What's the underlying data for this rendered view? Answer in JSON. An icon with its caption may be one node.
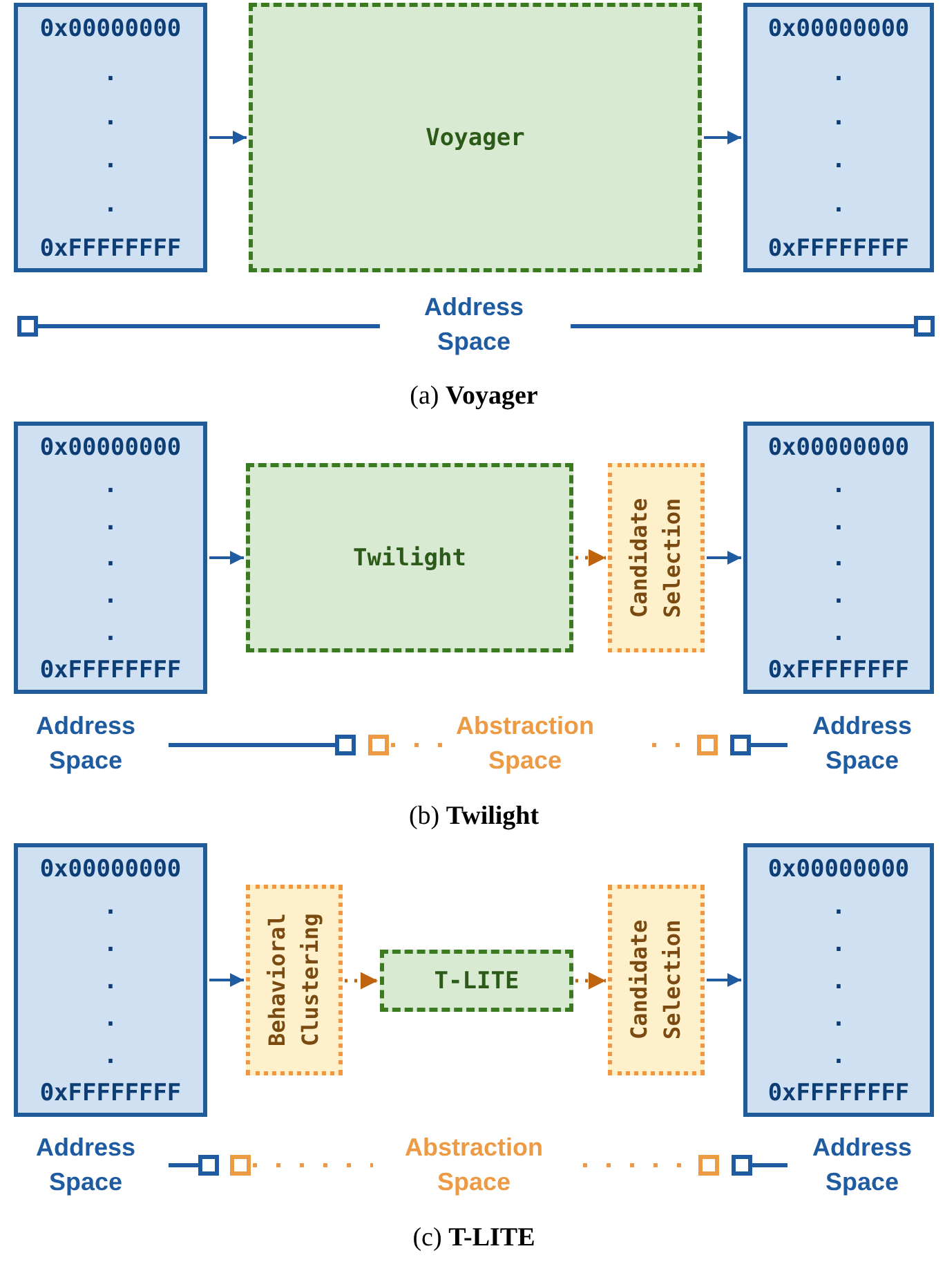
{
  "diagram": {
    "nodes": [
      {
        "text": [
          "0x00000000",
          ".",
          ".",
          ".",
          ".",
          "0xFFFFFFFF"
        ]
      },
      {
        "text": [
          "Voyager"
        ]
      },
      {
        "text": [
          "0x00000000",
          ".",
          ".",
          ".",
          ".",
          "0xFFFFFFFF"
        ]
      },
      {
        "text": [
          "0x00000000",
          ".",
          ".",
          ".",
          ".",
          ".",
          "0xFFFFFFFF"
        ]
      },
      {
        "text": [
          "Twilight"
        ]
      },
      {
        "text": [
          "Candidate Selection"
        ]
      },
      {
        "text": [
          "0x00000000",
          ".",
          ".",
          ".",
          ".",
          ".",
          "0xFFFFFFFF"
        ]
      },
      {
        "text": [
          "0x00000000",
          ".",
          ".",
          ".",
          ".",
          ".",
          "0xFFFFFFFF"
        ]
      },
      {
        "text": [
          "Behavioral Clustering"
        ]
      },
      {
        "text": [
          "T-LITE"
        ]
      },
      {
        "text": [
          "Candidate Selection"
        ]
      },
      {
        "text": [
          "0x00000000",
          ".",
          ".",
          ".",
          ".",
          ".",
          "0xFFFFFFFF"
        ]
      }
    ],
    "edges": [
      {
        "from": 0,
        "to": 1,
        "arrow": "to"
      },
      {
        "from": 1,
        "to": 2,
        "arrow": "to"
      },
      {
        "from": 3,
        "to": 4,
        "arrow": "to"
      },
      {
        "from": 4,
        "to": 5,
        "arrow": "to",
        "style": "dashed",
        "color": "#c0630e"
      },
      {
        "from": 5,
        "to": 6,
        "arrow": "to"
      },
      {
        "from": 7,
        "to": 8,
        "arrow": "to"
      },
      {
        "from": 8,
        "to": 9,
        "arrow": "to",
        "style": "dashed",
        "color": "#c0630e"
      },
      {
        "from": 9,
        "to": 10,
        "arrow": "to",
        "style": "dashed",
        "color": "#c0630e"
      },
      {
        "from": 10,
        "to": 11,
        "arrow": "to"
      }
    ],
    "labels": [
      "Address Space",
      "(a) **Voyager**",
      "Address Space",
      "Abstraction Space",
      "Address Space",
      "(b) **Twilight**",
      "Address Space",
      "Abstraction Space",
      "Address Space",
      "(c) **T-LITE**"
    ]
  }
}
